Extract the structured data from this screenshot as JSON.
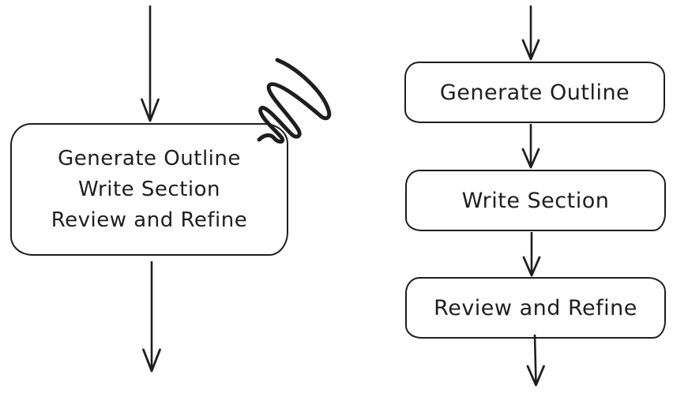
{
  "diagram": {
    "ink_color": "#1e1e1e",
    "background_color": "#ffffff",
    "left_flow": {
      "node_lines": [
        "Generate Outline",
        "Write Section",
        "Review and Refine"
      ]
    },
    "right_flow": {
      "nodes": [
        "Generate Outline",
        "Write Section",
        "Review and Refine"
      ]
    },
    "icons": {
      "arrow": "arrow-down-icon",
      "scratch_mark": "scribble-scratch-icon"
    }
  }
}
